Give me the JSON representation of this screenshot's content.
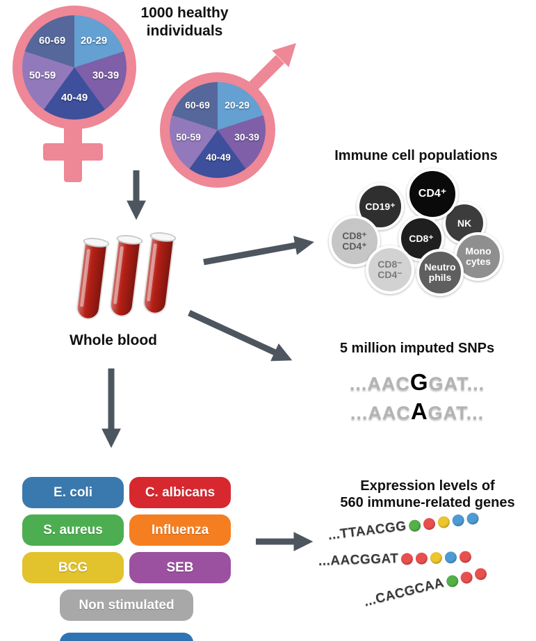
{
  "colors": {
    "arrow": "#4d565f",
    "gender_pink": "#ee8796",
    "blood_red": "#b51f16",
    "partial_bar_blue": "#2e74b5"
  },
  "header": {
    "title_line1": "1000 healthy",
    "title_line2": "individuals"
  },
  "age_pie": {
    "segments": [
      {
        "label": "20-29",
        "color": "#64a0d2"
      },
      {
        "label": "30-39",
        "color": "#7e5fa8"
      },
      {
        "label": "40-49",
        "color": "#3e4f9c"
      },
      {
        "label": "50-59",
        "color": "#9279bb"
      },
      {
        "label": "60-69",
        "color": "#56679b"
      }
    ]
  },
  "whole_blood": {
    "label": "Whole blood"
  },
  "immune": {
    "title": "Immune cell populations",
    "cells": [
      {
        "line1": "CD19⁺",
        "line2": "",
        "color": "#2f2f2f",
        "text_color": "#ffffff"
      },
      {
        "line1": "CD4⁺",
        "line2": "",
        "color": "#0a0a0a",
        "text_color": "#ffffff"
      },
      {
        "line1": "NK",
        "line2": "",
        "color": "#3c3c3c",
        "text_color": "#ffffff"
      },
      {
        "line1": "CD8⁺",
        "line2": "CD4⁺",
        "color": "#c6c6c6",
        "text_color": "#5a5a5a"
      },
      {
        "line1": "CD8⁺",
        "line2": "",
        "color": "#1f1f1f",
        "text_color": "#ffffff"
      },
      {
        "line1": "Mono",
        "line2": "cytes",
        "color": "#8f8f8f",
        "text_color": "#ffffff"
      },
      {
        "line1": "CD8⁻",
        "line2": "CD4⁻",
        "color": "#d2d2d2",
        "text_color": "#7a7a7a"
      },
      {
        "line1": "Neutro",
        "line2": "phils",
        "color": "#5f5f5f",
        "text_color": "#ffffff"
      }
    ]
  },
  "snps": {
    "title": "5 million imputed SNPs",
    "sequences": [
      {
        "pre": "...AAC",
        "variant": "G",
        "post": "GAT..."
      },
      {
        "pre": "...AAC",
        "variant": "A",
        "post": "GAT..."
      }
    ]
  },
  "stimuli": {
    "items": [
      {
        "label": "E. coli",
        "color": "#3a79ae"
      },
      {
        "label": "C. albicans",
        "color": "#d7282f"
      },
      {
        "label": "S. aureus",
        "color": "#4cae50"
      },
      {
        "label": "Influenza",
        "color": "#f57e20"
      },
      {
        "label": "BCG",
        "color": "#e2c22d"
      },
      {
        "label": "SEB",
        "color": "#9b519f"
      },
      {
        "label": "Non stimulated",
        "color": "#a8a8a8"
      }
    ],
    "partial_item_color": "#2e74b5"
  },
  "expression": {
    "title_line1": "Expression levels of",
    "title_line2": "560 immune-related genes",
    "rows": [
      {
        "seq": "...TTAACGG",
        "dots": [
          "#53b04a",
          "#e8504f",
          "#ecc52f",
          "#4e9bd4",
          "#4e9bd4"
        ]
      },
      {
        "seq": "...AACGGAT",
        "dots": [
          "#e8504f",
          "#e8504f",
          "#ecc52f",
          "#4e9bd4",
          "#e8504f"
        ]
      },
      {
        "seq": "...CACGCAA",
        "dots": [
          "#53b04a",
          "#e8504f",
          "#e8504f"
        ]
      }
    ]
  }
}
